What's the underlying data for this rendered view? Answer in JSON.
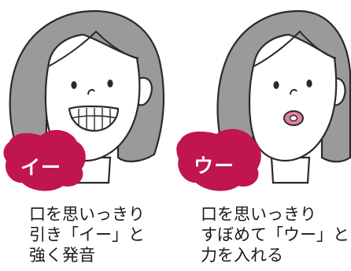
{
  "panels": [
    {
      "badge": "イー",
      "caption_lines": [
        "口を思いっきり",
        "引き「イー」と",
        "強く発音"
      ]
    },
    {
      "badge": "ウー",
      "caption_lines": [
        "口を思いっきり",
        "すぼめて「ウー」と",
        "力を入れる"
      ]
    }
  ],
  "colors": {
    "hair": "#9a9a9a",
    "skin": "#ffffff",
    "outline": "#2a2a2a",
    "badge": "#c0154f",
    "lips": "#e07fa0"
  }
}
